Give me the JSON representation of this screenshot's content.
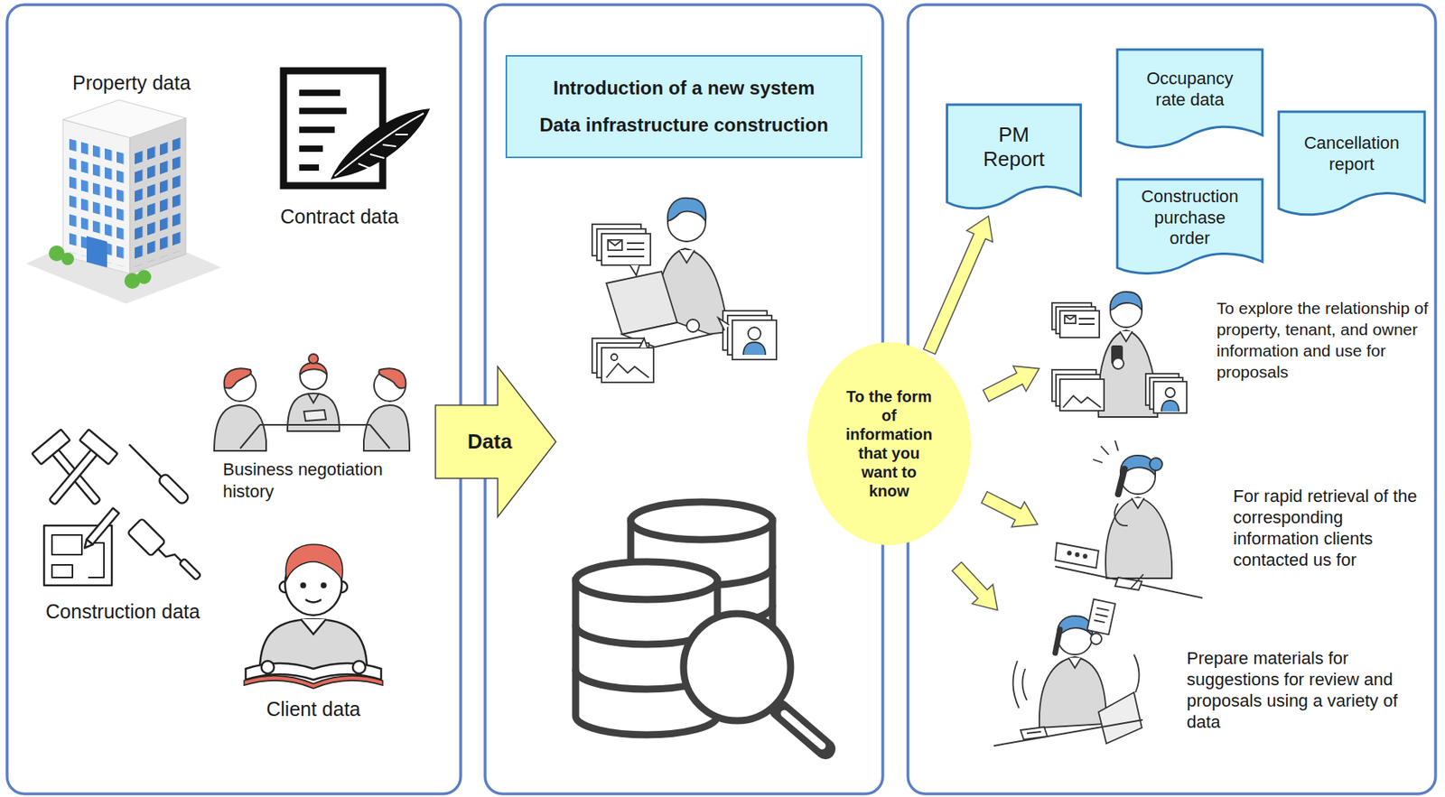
{
  "diagram": {
    "nodes": [
      {
        "text": [
          "Data"
        ]
      },
      {
        "text": [
          "Introduction of a new system",
          "Data infrastructure construction"
        ]
      },
      {
        "text": [
          "To the form of information that you want to know"
        ]
      },
      {
        "text": [
          "PM Report"
        ]
      },
      {
        "text": [
          "Occupancy rate data"
        ]
      },
      {
        "text": [
          "Cancellation report"
        ]
      },
      {
        "text": [
          "Construction purchase order"
        ]
      }
    ],
    "edges": [
      {
        "from": 2,
        "to": 3,
        "arrow": "to"
      }
    ],
    "labels": [
      "Property data",
      "Contract data",
      "Business negotiation history",
      "Construction data",
      "Client data",
      "To explore the relationship of property, tenant, and owner information and use for proposals",
      "For rapid retrieval of the corresponding information clients contacted us for",
      "Prepare materials for suggestions for review and proposals using a variety of data"
    ]
  }
}
